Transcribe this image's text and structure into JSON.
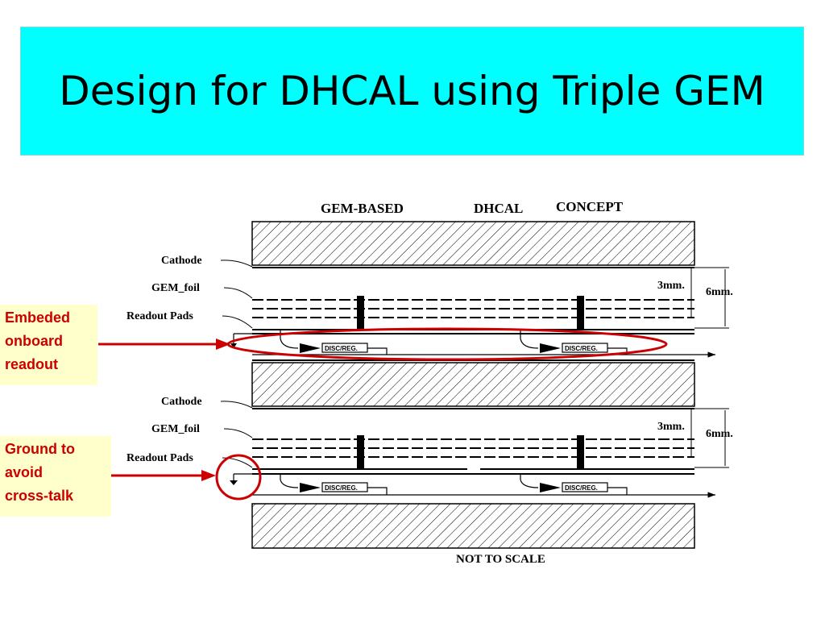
{
  "slide": {
    "title": "Design for DHCAL using Triple GEM"
  },
  "diagram": {
    "heading_left": "GEM-BASED",
    "heading_mid": "DHCAL",
    "heading_right": "CONCEPT",
    "footer": "NOT TO SCALE",
    "upper_module": {
      "cathode_label": "Cathode",
      "gem_foil_label": "GEM_foil",
      "readout_pads_label": "Readout Pads",
      "dim_3mm": "3mm.",
      "dim_6mm": "6mm.",
      "disc_box_1": "DISC/REG.",
      "disc_box_2": "DISC/REG."
    },
    "lower_module": {
      "cathode_label": "Cathode",
      "gem_foil_label": "GEM_foil",
      "readout_pads_label": "Readout Pads",
      "dim_3mm": "3mm.",
      "dim_6mm": "6mm.",
      "disc_box_1": "DISC/REG.",
      "disc_box_2": "DISC/REG."
    }
  },
  "callouts": {
    "embedded_readout": [
      "Embeded",
      "onboard",
      "readout"
    ],
    "ground": [
      "Ground to",
      "avoid",
      "cross-talk"
    ]
  },
  "colors": {
    "title_background": "#00ffff",
    "callout_background": "#ffffcc",
    "callout_text": "#cc0000",
    "annotation": "#cc0000"
  }
}
